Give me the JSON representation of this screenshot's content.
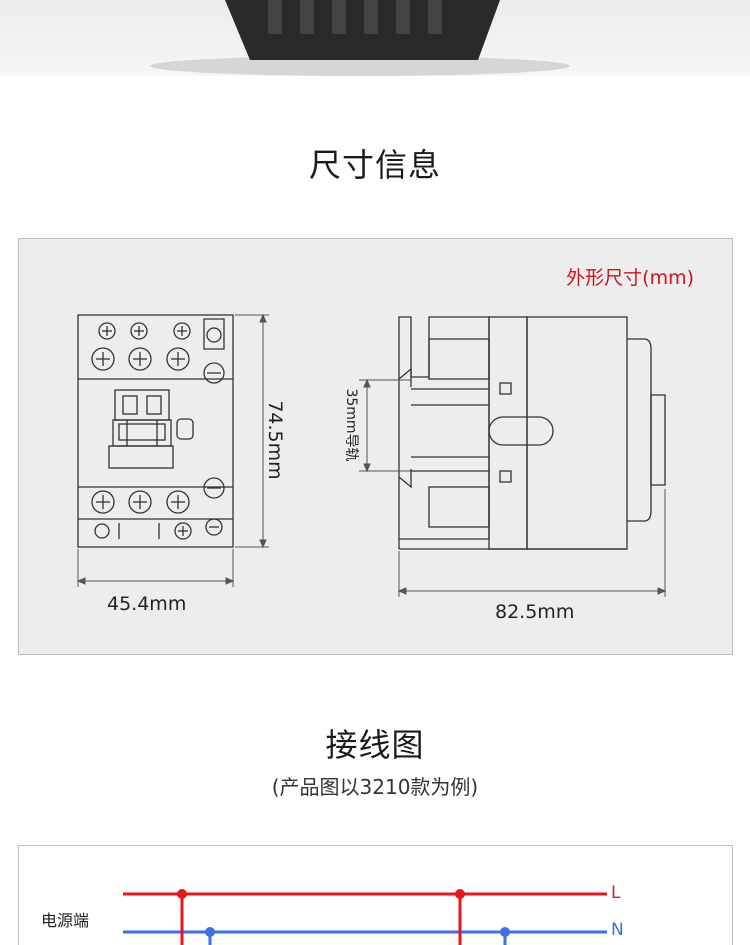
{
  "dimensions_section": {
    "title": "尺寸信息",
    "legend": "外形尺寸(mm)",
    "front_width": "45.4mm",
    "front_height": "74.5mm",
    "side_depth": "82.5mm",
    "rail_label": "35mm导轨"
  },
  "wiring_section": {
    "title": "接线图",
    "subtitle": "(产品图以3210款为例)",
    "power_label": "电源端",
    "line_L": "L",
    "line_N": "N"
  },
  "colors": {
    "legend_red": "#c8161d",
    "wire_red": "#e8161d",
    "wire_blue": "#3d6fe8",
    "panel_bg": "#ededed",
    "drawing_stroke": "#333333"
  }
}
